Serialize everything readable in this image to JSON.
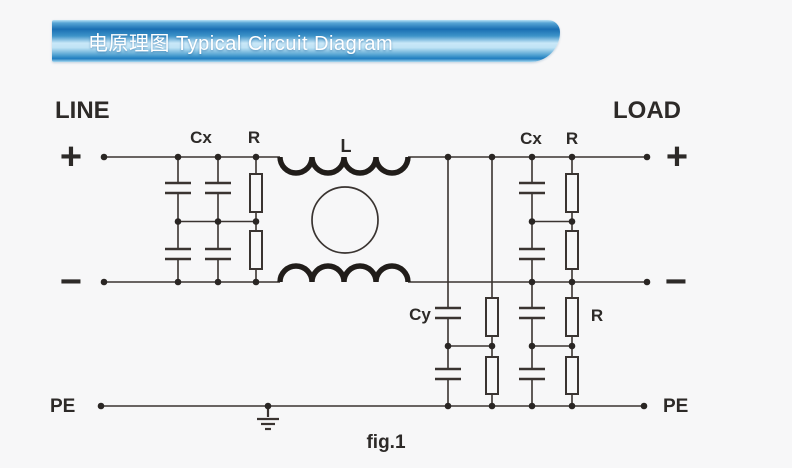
{
  "banner": {
    "title": "电原理图 Typical Circuit Diagram"
  },
  "labels": {
    "line": "LINE",
    "load": "LOAD",
    "plus_left": "+",
    "plus_right": "+",
    "minus_left": "−",
    "minus_right": "−",
    "pe_left": "PE",
    "pe_right": "PE",
    "cx_left": "Cx",
    "r_left_top": "R",
    "inductor": "L",
    "cx_right": "Cx",
    "r_right_top": "R",
    "cy": "Cy",
    "r_lower": "R",
    "figure": "fig.1"
  },
  "colors": {
    "banner_blue": "#1a6fb3",
    "wire": "#3a3431",
    "text": "#2d2a28",
    "background": "#f7f7f8"
  }
}
